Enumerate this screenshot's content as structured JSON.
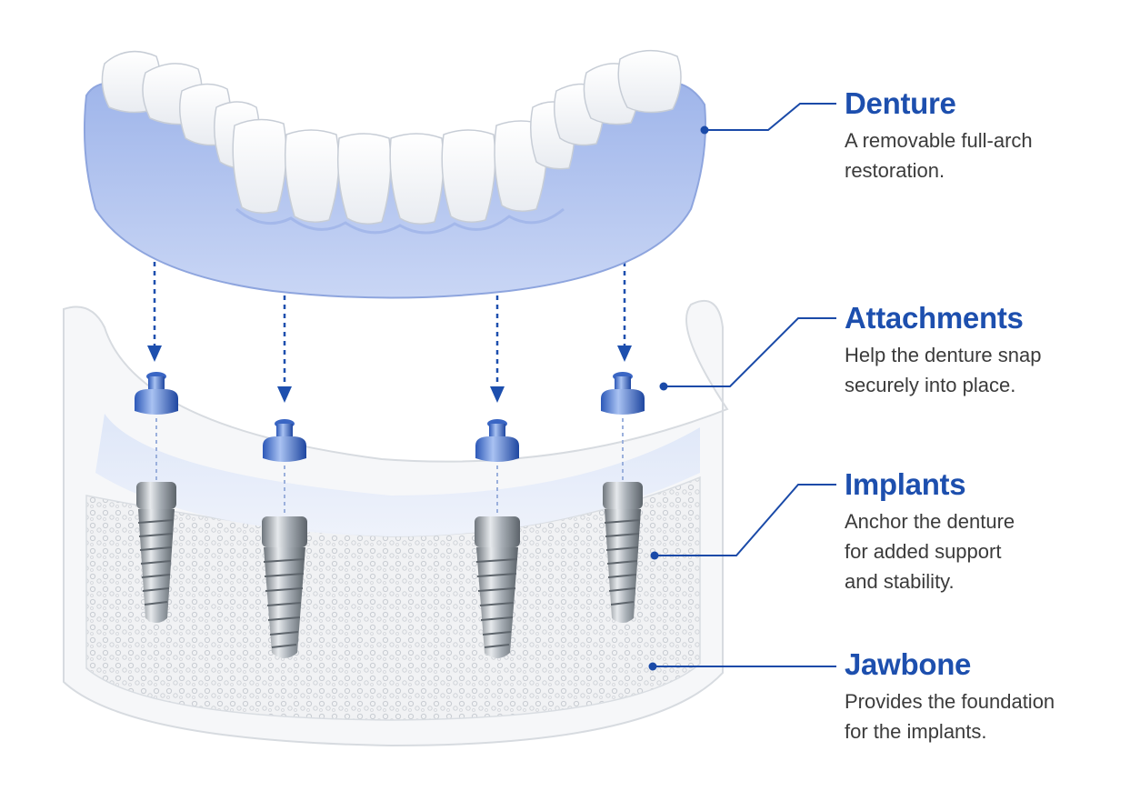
{
  "colors": {
    "accent": "#1d4fae",
    "leader": "#1a4aa8",
    "denture_base": "#b9c9f0",
    "tooth": "#ffffff",
    "bone": "#f4f5f7",
    "implant": "#9aa1a8"
  },
  "labels": [
    {
      "id": "denture",
      "title": "Denture",
      "description": "A removable full-arch\nrestoration."
    },
    {
      "id": "attachments",
      "title": "Attachments",
      "description": "Help the denture snap\nsecurely into place."
    },
    {
      "id": "implants",
      "title": "Implants",
      "description": "Anchor the denture\nfor added support\nand stability."
    },
    {
      "id": "jawbone",
      "title": "Jawbone",
      "description": "Provides the foundation\nfor the implants."
    }
  ],
  "implant_count": 4
}
